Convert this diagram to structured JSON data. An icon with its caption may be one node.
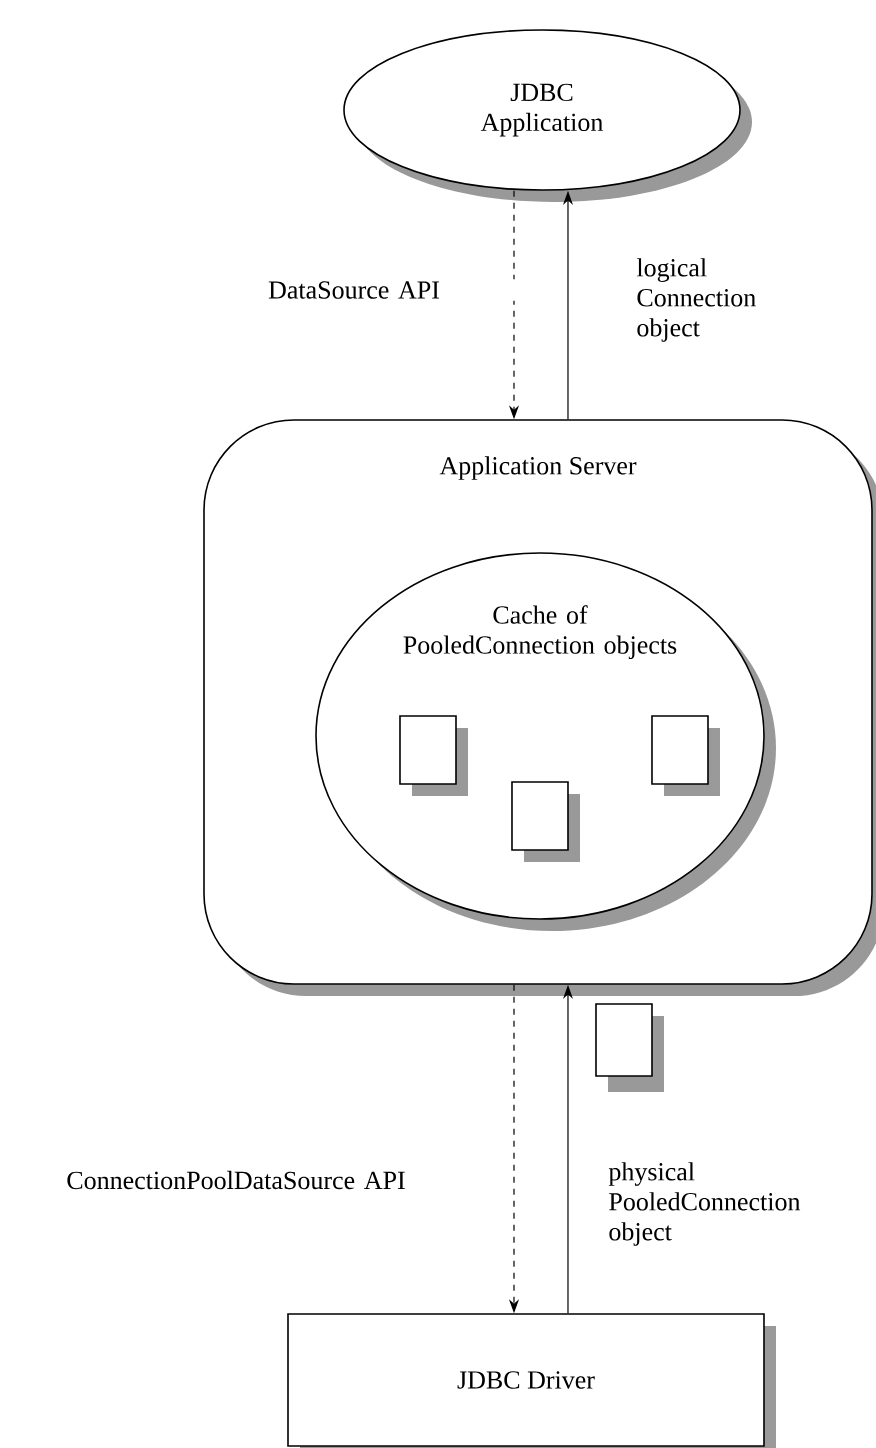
{
  "diagram": {
    "nodes": [
      {
        "text": [
          "JDBC Application"
        ]
      },
      {
        "text": [
          "Application Server"
        ]
      },
      {
        "text": [
          "Cache of PooledConnection objects"
        ],
        "in": 1
      },
      {
        "text": [],
        "shape": "box",
        "in": 2
      },
      {
        "text": [],
        "shape": "box",
        "in": 2
      },
      {
        "text": [],
        "shape": "box",
        "in": 2
      },
      {
        "text": [
          "JDBC Driver"
        ]
      }
    ],
    "edges": [
      {
        "from": 0,
        "to": 1,
        "arrow": "to",
        "style": "dashed",
        "label": "DataSource API"
      },
      {
        "from": 1,
        "to": 0,
        "arrow": "to",
        "label": "logical Connection object"
      },
      {
        "from": 1,
        "to": 6,
        "arrow": "to",
        "style": "dashed",
        "label": "ConnectionPoolDataSource API"
      },
      {
        "from": 6,
        "to": 1,
        "arrow": "to",
        "label": "physical PooledConnection object"
      }
    ]
  }
}
